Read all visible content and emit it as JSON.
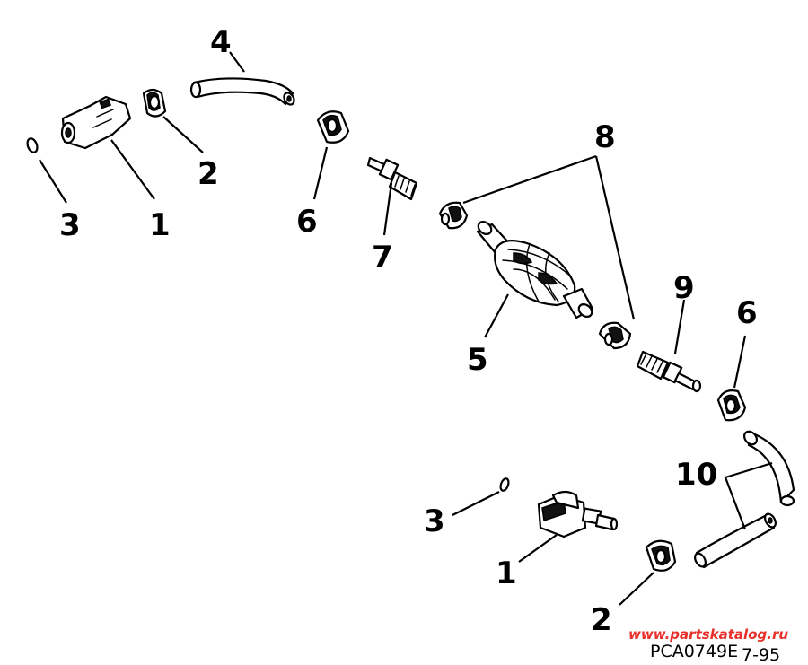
{
  "callouts": {
    "n1a": "1",
    "n1b": "1",
    "n2a": "2",
    "n2b": "2",
    "n3a": "3",
    "n3b": "3",
    "n4": "4",
    "n5": "5",
    "n6a": "6",
    "n6b": "6",
    "n7": "7",
    "n8": "8",
    "n9": "9",
    "n10": "10"
  },
  "footer": {
    "watermark": "www.partskatalog.ru",
    "drawing_code": "PCA0749E",
    "date_code": "7-95"
  }
}
